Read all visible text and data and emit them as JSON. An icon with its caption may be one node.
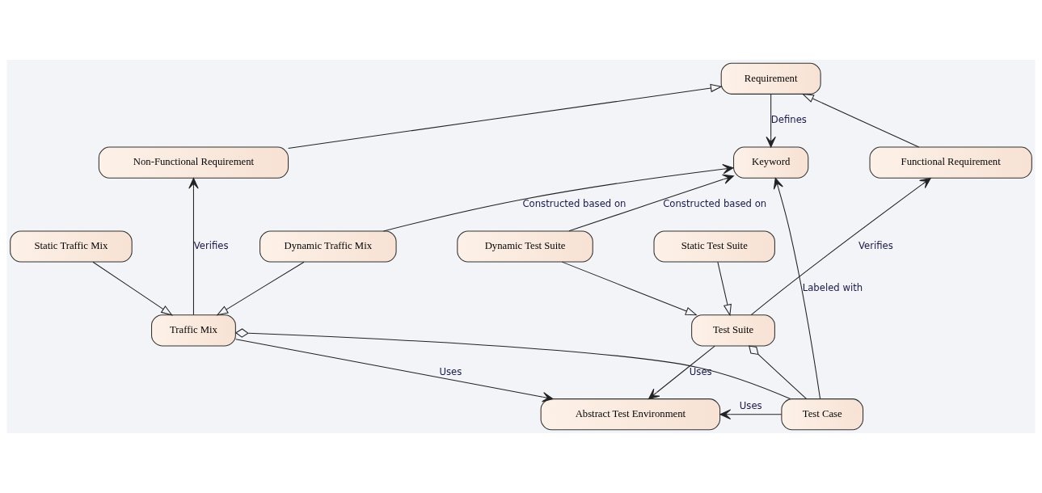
{
  "diagram": {
    "nodes": [
      {
        "text": [
          "Requirement"
        ]
      },
      {
        "text": [
          "Non-Functional Requirement"
        ]
      },
      {
        "text": [
          "Keyword"
        ]
      },
      {
        "text": [
          "Functional Requirement"
        ]
      },
      {
        "text": [
          "Static Traffic Mix"
        ]
      },
      {
        "text": [
          "Dynamic Traffic Mix"
        ]
      },
      {
        "text": [
          "Dynamic Test Suite"
        ]
      },
      {
        "text": [
          "Static Test Suite"
        ]
      },
      {
        "text": [
          "Traffic Mix"
        ]
      },
      {
        "text": [
          "Test Suite"
        ]
      },
      {
        "text": [
          "Abstract Test Environment"
        ]
      },
      {
        "text": [
          "Test Case"
        ]
      }
    ],
    "edges": [
      {
        "from": 1,
        "to": 0,
        "arrow": "to"
      },
      {
        "from": 3,
        "to": 0,
        "arrow": "to"
      },
      {
        "from": 0,
        "to": 2,
        "arrow": "to",
        "label": "Defines"
      },
      {
        "from": 8,
        "to": 1,
        "arrow": "to",
        "label": "Verifies"
      },
      {
        "from": 9,
        "to": 3,
        "arrow": "to",
        "label": "Verifies"
      },
      {
        "from": 5,
        "to": 2,
        "arrow": "to",
        "label": "Constructed based on"
      },
      {
        "from": 6,
        "to": 2,
        "arrow": "to",
        "label": "Constructed based on"
      },
      {
        "from": 11,
        "to": 2,
        "arrow": "to",
        "label": "Labeled with"
      },
      {
        "from": 4,
        "to": 8,
        "arrow": "to"
      },
      {
        "from": 5,
        "to": 8,
        "arrow": "to"
      },
      {
        "from": 6,
        "to": 9,
        "arrow": "to"
      },
      {
        "from": 7,
        "to": 9,
        "arrow": "to"
      },
      {
        "from": 8,
        "to": 10,
        "arrow": "to",
        "label": "Uses"
      },
      {
        "from": 9,
        "to": 10,
        "arrow": "to",
        "label": "Uses"
      },
      {
        "from": 11,
        "to": 10,
        "arrow": "to",
        "label": "Uses"
      },
      {
        "from": 11,
        "to": 8,
        "arrow": "other"
      },
      {
        "from": 11,
        "to": 9,
        "arrow": "other"
      }
    ]
  }
}
